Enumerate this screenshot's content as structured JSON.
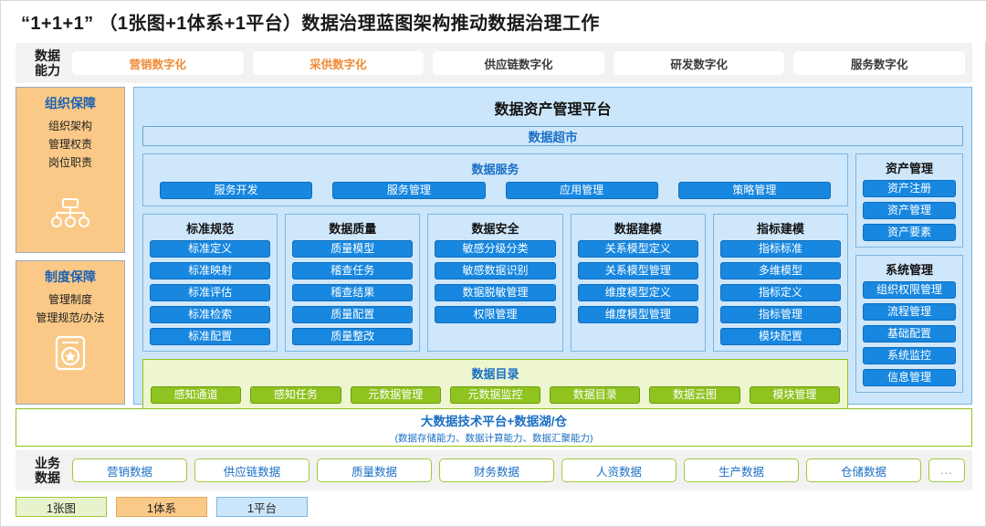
{
  "title": "“1+1+1” （1张图+1体系+1平台）数据治理蓝图架构推动数据治理工作",
  "capability": {
    "label_line1": "数据",
    "label_line2": "能力",
    "items": [
      {
        "label": "营销数字化",
        "accent": true
      },
      {
        "label": "采供数字化",
        "accent": true
      },
      {
        "label": "供应链数字化",
        "accent": false
      },
      {
        "label": "研发数字化",
        "accent": false
      },
      {
        "label": "服务数字化",
        "accent": false
      }
    ]
  },
  "guarantee": [
    {
      "title": "组织保障",
      "lines": [
        "组织架构",
        "管理权责",
        "岗位职责"
      ],
      "icon": "org-chart-icon"
    },
    {
      "title": "制度保障",
      "lines": [
        "管理制度",
        "管理规范/办法"
      ],
      "icon": "certificate-star-icon"
    }
  ],
  "platform": {
    "title": "数据资产管理平台",
    "supermarket": "数据超市",
    "data_service": {
      "title": "数据服务",
      "items": [
        "服务开发",
        "服务管理",
        "应用管理",
        "策略管理"
      ]
    },
    "modules": [
      {
        "title": "标准规范",
        "items": [
          "标准定义",
          "标准映射",
          "标准评估",
          "标准检索",
          "标准配置"
        ]
      },
      {
        "title": "数据质量",
        "items": [
          "质量模型",
          "稽查任务",
          "稽查结果",
          "质量配置",
          "质量整改"
        ]
      },
      {
        "title": "数据安全",
        "items": [
          "敏感分级分类",
          "敏感数据识别",
          "数据脱敏管理",
          "权限管理"
        ]
      },
      {
        "title": "数据建模",
        "items": [
          "关系模型定义",
          "关系模型管理",
          "维度模型定义",
          "维度模型管理"
        ]
      },
      {
        "title": "指标建模",
        "items": [
          "指标标准",
          "多维模型",
          "指标定义",
          "指标管理",
          "模块配置"
        ]
      }
    ],
    "catalog": {
      "title": "数据目录",
      "items": [
        "感知通道",
        "感知任务",
        "元数据管理",
        "元数据监控",
        "数据目录",
        "数据云图",
        "模块管理"
      ]
    },
    "side": [
      {
        "title": "资产管理",
        "items": [
          "资产注册",
          "资产管理",
          "资产要素"
        ]
      },
      {
        "title": "系统管理",
        "items": [
          "组织权限管理",
          "流程管理",
          "基础配置",
          "系统监控",
          "信息管理"
        ]
      }
    ]
  },
  "bigdata": {
    "main": "大数据技术平台+数据湖/仓",
    "sub": "(数据存储能力、数据计算能力、数据汇聚能力)"
  },
  "business": {
    "label_line1": "业务",
    "label_line2": "数据",
    "items": [
      "营销数据",
      "供应链数据",
      "质量数据",
      "财务数据",
      "人资数据",
      "生产数据",
      "仓储数据"
    ],
    "more": "..."
  },
  "legend": [
    {
      "label": "1张图",
      "color": "#e7f3cd"
    },
    {
      "label": "1体系",
      "color": "#fac987"
    },
    {
      "label": "1平台",
      "color": "#cbe6fa"
    }
  ],
  "colors": {
    "blue_pill": "#1787e0",
    "green_pill": "#8fc31f",
    "panel_blue": "#cfe7fb",
    "platform_blue": "#cbe6fa",
    "orange": "#fac987",
    "accent_orange": "#ef8b35",
    "title_blue": "#1a6fc4"
  }
}
